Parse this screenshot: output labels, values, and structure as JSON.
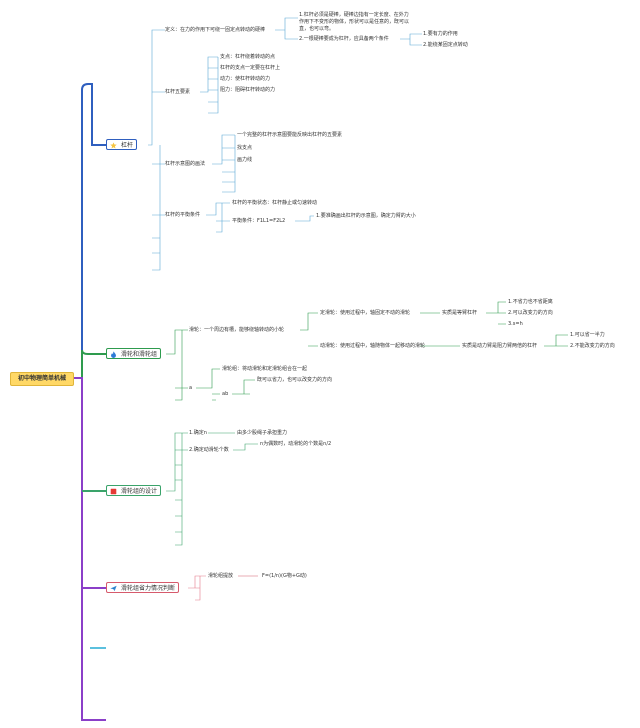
{
  "root": {
    "label": "初中物理简单机械"
  },
  "topics": [
    {
      "label": "杠杆",
      "icon": "star-icon",
      "children": {
        "def": "定义：在力的作用下可绕一固定点转动的硬棒",
        "def_a": "1.杠杆必须是硬棒，硬棒边指有一定长度、在外力作用下不变形的物体，形状可以是任意的，既可以直，也可以弯。",
        "def_b": "2.一根硬棒要成为杠杆，应具备两个条件",
        "def_b1": "1.要有力的作用",
        "def_b2": "2.能绕某固定点转动",
        "five": "杠杆五要素",
        "five_1": "支点：杠杆绕着转动的点",
        "five_2": "杠杆的支点一定要在杠杆上",
        "five_3": "动力：使杠杆转动的力",
        "five_4": "阻力：阻碍杠杆转动的力",
        "draw": "杠杆示意图的画法",
        "draw_1": "一个完整的杠杆示意图要能反映出杠杆的五要素",
        "draw_2": "找支点",
        "draw_3": "画力线",
        "bal": "杠杆的平衡条件",
        "bal_1": "杠杆的平衡状态：杠杆静止或匀速转动",
        "bal_2": "平衡条件：F1L1=F2L2",
        "bal_2a": "1.要准确画出杠杆的示意图，确定力臂的大小"
      }
    },
    {
      "label": "滑轮和滑轮组",
      "icon": "flame-icon",
      "children": {
        "pul": "滑轮：一个周边有槽，能够绕轴转动的小轮",
        "fix": "定滑轮：使用过程中，轴固定不动的滑轮",
        "fix_n": "实质是等臂杠杆",
        "fix_1": "1.不省力也不省距离",
        "fix_2": "2.可以改变力的方向",
        "fix_3": "3.s=h",
        "mov": "动滑轮：使用过程中，轴随物体一起移动的滑轮",
        "mov_n": "实质是动力臂是阻力臂两倍的杠杆",
        "mov_1": "1.可以省一半力",
        "mov_2": "2.不能改变力的方向",
        "a": "a",
        "grp": "滑轮组：将动滑轮和定滑轮组合在一起",
        "ab": "ab",
        "ab_1": "既可以省力，也可以改变力的方向"
      }
    },
    {
      "label": "滑轮组的设计",
      "icon": "flag-icon",
      "children": {
        "d1": "1.确定n",
        "d1a": "由多少股绳子承担重力",
        "d2": "2.确定动滑轮个数",
        "d2a": "n为偶数时，动滑轮的个数是n/2"
      }
    },
    {
      "label": "滑轮组省力情况判断",
      "icon": "paper-plane-icon",
      "children": {
        "s1": "滑轮组提放",
        "s1a": "F=(1/n)(G物+G动)"
      }
    }
  ],
  "colors": {
    "blue": "#2f5fbf",
    "lightblue": "#5aa8d6",
    "green": "#2e9b4e",
    "teal": "#3aa36a",
    "purple": "#8b3fc8",
    "pink": "#e47a8a",
    "red": "#d65a6c",
    "cyan": "#5bc0de"
  }
}
